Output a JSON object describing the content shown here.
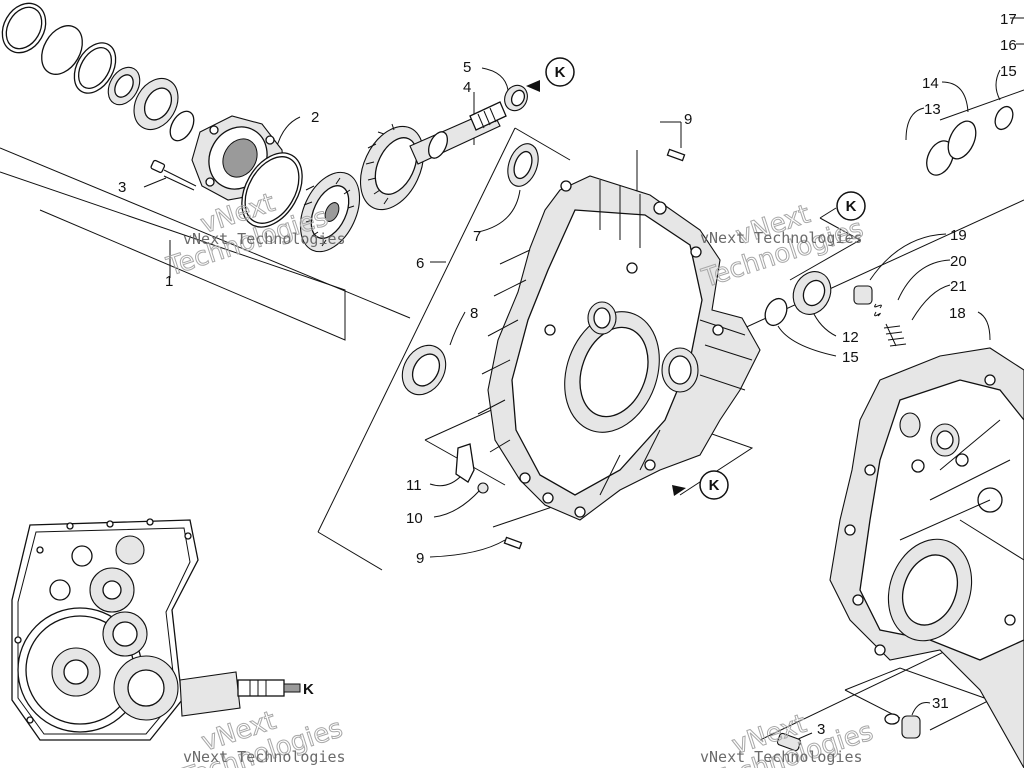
{
  "callouts": [
    {
      "id": "c1",
      "text": "1"
    },
    {
      "id": "c2",
      "text": "2"
    },
    {
      "id": "c3a",
      "text": "3"
    },
    {
      "id": "c3b",
      "text": "3"
    },
    {
      "id": "c4",
      "text": "4"
    },
    {
      "id": "c5",
      "text": "5"
    },
    {
      "id": "c6",
      "text": "6"
    },
    {
      "id": "c7",
      "text": "7"
    },
    {
      "id": "c8",
      "text": "8"
    },
    {
      "id": "c9a",
      "text": "9"
    },
    {
      "id": "c9b",
      "text": "9"
    },
    {
      "id": "c10",
      "text": "10"
    },
    {
      "id": "c11",
      "text": "11"
    },
    {
      "id": "c12",
      "text": "12"
    },
    {
      "id": "c13",
      "text": "13"
    },
    {
      "id": "c14",
      "text": "14"
    },
    {
      "id": "c15a",
      "text": "15"
    },
    {
      "id": "c15b",
      "text": "15"
    },
    {
      "id": "c16",
      "text": "16"
    },
    {
      "id": "c17",
      "text": "17"
    },
    {
      "id": "c18",
      "text": "18"
    },
    {
      "id": "c19",
      "text": "19"
    },
    {
      "id": "c20",
      "text": "20"
    },
    {
      "id": "c21",
      "text": "21"
    },
    {
      "id": "c31",
      "text": "31"
    }
  ],
  "reference_marks": [
    {
      "id": "k1",
      "text": "K"
    },
    {
      "id": "k2",
      "text": "K"
    },
    {
      "id": "k3",
      "text": "K"
    },
    {
      "id": "k4",
      "text": "K"
    }
  ],
  "watermark": {
    "line1": "vNext",
    "line2": "Technologies",
    "caption": "vNext Technologies"
  }
}
